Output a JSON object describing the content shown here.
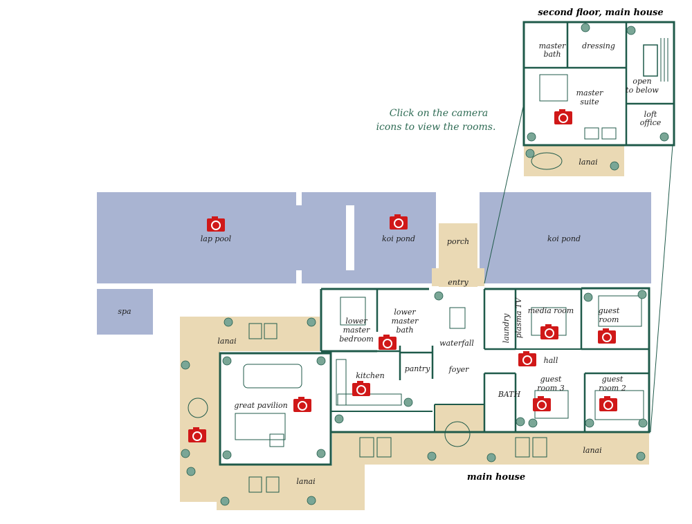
{
  "titles": {
    "second_floor": "second floor, main house",
    "main_house": "main house"
  },
  "instruction": {
    "line1": "Click on the camera",
    "line2": "icons to view the rooms."
  },
  "rooms": {
    "master_bath_1": "master",
    "master_bath_2": "bath",
    "dressing": "dressing",
    "open_below_1": "open",
    "open_below_2": "to below",
    "master_suite_1": "master",
    "master_suite_2": "suite",
    "loft_office_1": "loft",
    "loft_office_2": "office",
    "lanai_upper": "lanai",
    "lap_pool": "lap pool",
    "koi_pond_left": "koi pond",
    "koi_pond_right": "koi pond",
    "porch": "porch",
    "entry": "entry",
    "spa": "spa",
    "lanai_left_top": "lanai",
    "lower_master_bedroom_1": "lower",
    "lower_master_bedroom_2": "master",
    "lower_master_bedroom_3": "bedroom",
    "lower_master_bath_1": "lower",
    "lower_master_bath_2": "master",
    "lower_master_bath_3": "bath",
    "waterfall": "waterfall",
    "laundry": "laundry",
    "plasma_tv": "plasma TV",
    "media_room": "media room",
    "guest_room_1": "guest",
    "guest_room_2": "room",
    "kitchen": "kitchen",
    "pantry": "pantry",
    "foyer": "foyer",
    "hall": "hall",
    "bath": "BATH",
    "guest_room3_1": "guest",
    "guest_room3_2": "room 3",
    "guest_room2_1": "guest",
    "guest_room2_2": "room 2",
    "great_pavilion": "great pavilion",
    "lanai_right": "lanai",
    "lanai_bottom": "lanai"
  },
  "colors": {
    "wall": "#1f5a4a",
    "water": "#a9b4d2",
    "lanai": "#ead9b4",
    "camera": "#d01818",
    "instruction": "#2e6b54"
  }
}
